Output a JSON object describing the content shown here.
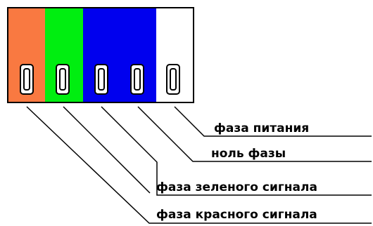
{
  "connector": {
    "segments": [
      {
        "color": "#f97941"
      },
      {
        "color": "#00ee10"
      },
      {
        "color": "#0000ee"
      },
      {
        "color": "#ffffff"
      }
    ],
    "border_color": "#000000"
  },
  "labels": [
    {
      "key": "phase_power",
      "text": "фаза питания"
    },
    {
      "key": "zero_phase",
      "text": "ноль фазы"
    },
    {
      "key": "phase_green",
      "text": "фаза зеленого сигнала"
    },
    {
      "key": "phase_red",
      "text": "фаза красного сигнала"
    }
  ]
}
